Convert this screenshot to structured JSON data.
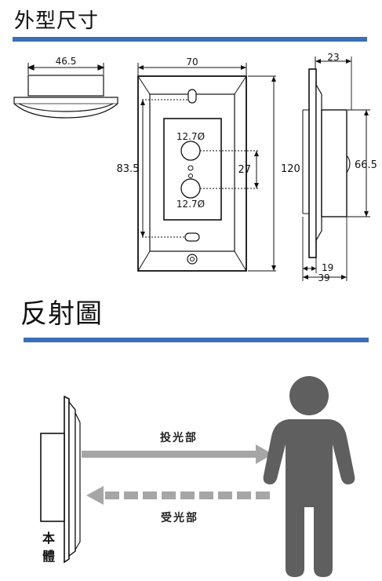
{
  "sections": {
    "outline_title": "外型尺寸",
    "reflection_title": "反射圖"
  },
  "dimensions": {
    "top_width": "46.5",
    "front_width": "70",
    "side_width": "23",
    "hole_span": "83.5",
    "height": "120",
    "lens_gap": "27",
    "lens_upper": "12.7Ø",
    "lens_lower": "12.7Ø",
    "side_height": "66.5",
    "side_base": "19",
    "side_depth": "39"
  },
  "reflection": {
    "emit_label": "投光部",
    "receive_label": "受光部",
    "body_label_1": "本",
    "body_label_2": "體"
  },
  "colors": {
    "accent_rule": "#3b6fb6",
    "emit_arrow": "#a6a6a6",
    "receive_arrow": "#a6a6a6",
    "person": "#5f5f5f"
  }
}
